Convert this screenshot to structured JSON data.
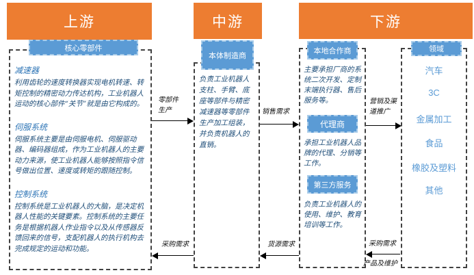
{
  "diagram": {
    "columns": {
      "upstream": {
        "header": "上游",
        "subheader": "核心零部件",
        "sections": [
          {
            "title": "减速器",
            "body": "利用齿轮的速度转换器实现电机转速、转矩控制的精密动力传达机构，工业机器人运动的核心部件“关节”就是由它构成的。"
          },
          {
            "title": "伺服系统",
            "body": "伺服系统主要是由伺服电机、伺服驱动器、编码器组成，作为工业机器人的主要动力来源，使工业机器人能够按照指令信号做出位置、速度或转矩的跟随控制。"
          },
          {
            "title": "控制系统",
            "body": "控制系统是工业机器人的大脑，是决定机器人性能的关键要素。控制系统的主要任务是根据机器人作业指令以及从传感器反馈回来的信号，支配机器人的执行机构去完成规定的运动和功能。"
          }
        ]
      },
      "midstream": {
        "header": "中游",
        "subheader": "本体制造商",
        "body": "负责工业机器人支柱、手臂、底座等部件与精密减速器等零部件生产加工组装，并负责机器人的直销。"
      },
      "downstream": {
        "header": "下游",
        "partner": {
          "subheader": "本地合作商",
          "intro": "主要承担厂商的系统二次开发、定制末端执行器、售后服务等。",
          "agent_label": "代理商",
          "agent_body": "承担工业机器人品牌的代理、分销等工作。",
          "thirdparty_label": "第三方服务",
          "thirdparty_body": "负责工业机器人的使用、维护、教育培训等工作。"
        },
        "domain": {
          "subheader": "领域",
          "items": [
            "汽车",
            "3C",
            "金属加工",
            "食品",
            "橡胶及塑料",
            "其他"
          ]
        }
      }
    },
    "flows": {
      "parts_production": "零部件生产",
      "sales_demand": "销售需求",
      "marketing_promotion": "营销及渠道推广",
      "procurement_demand_left": "采购需求",
      "supply_demand": "货源需求",
      "procurement_demand_right": "采购需求",
      "product_maintenance": "产品及维护"
    },
    "colors": {
      "header_orange": "#ED7D31",
      "box_blue": "#5B9BD5",
      "title_blue": "#2E75B6",
      "body_blue": "#1F4E79"
    }
  }
}
